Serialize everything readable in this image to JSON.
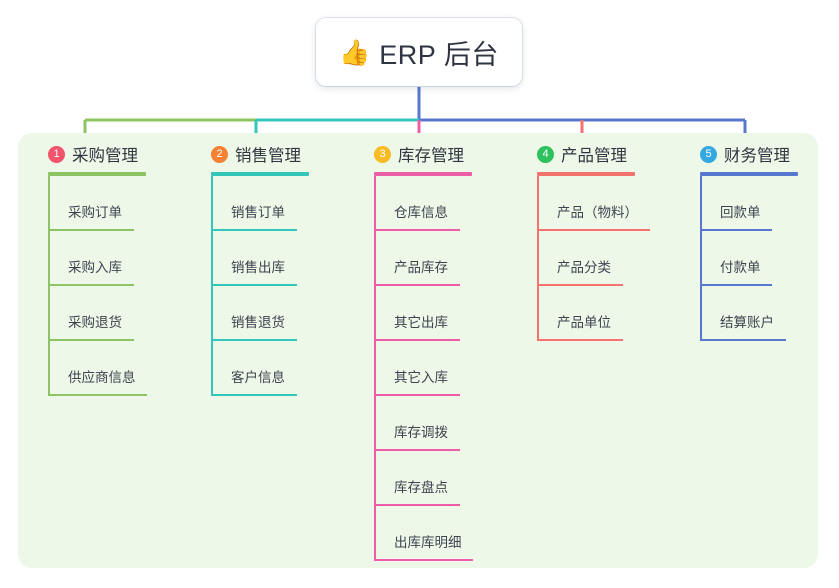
{
  "diagram": {
    "type": "mindmap",
    "background_color": "#ffffff",
    "panel_color": "#eef8e8",
    "root": {
      "label": "ERP 后台",
      "icon": "thumbs-up-icon",
      "icon_glyph": "👍"
    },
    "columns": [
      {
        "number": "1",
        "title": "采购管理",
        "badge_color": "#f2536d",
        "line_color": "#8cc463",
        "items": [
          "采购订单",
          "采购入库",
          "采购退货",
          "供应商信息"
        ]
      },
      {
        "number": "2",
        "title": "销售管理",
        "badge_color": "#f48134",
        "line_color": "#33c6bb",
        "items": [
          "销售订单",
          "销售出库",
          "销售退货",
          "客户信息"
        ]
      },
      {
        "number": "3",
        "title": "库存管理",
        "badge_color": "#f7bc23",
        "line_color": "#ec5fa6",
        "items": [
          "仓库信息",
          "产品库存",
          "其它出库",
          "其它入库",
          "库存调拨",
          "库存盘点",
          "出库库明细"
        ]
      },
      {
        "number": "4",
        "title": "产品管理",
        "badge_color": "#2ec25f",
        "line_color": "#f4736f",
        "items": [
          "产品（物料）",
          "产品分类",
          "产品单位"
        ]
      },
      {
        "number": "5",
        "title": "财务管理",
        "badge_color": "#34a8e0",
        "line_color": "#5878cf",
        "items": [
          "回款单",
          "付款单",
          "结算账户"
        ]
      }
    ],
    "connectors": {
      "root_stem_color": "#5878cf",
      "bus_segments": [
        {
          "color": "#8cc463"
        },
        {
          "color": "#33c6bb"
        },
        {
          "color": "#5878cf"
        },
        {
          "color": "#5878cf"
        }
      ]
    }
  }
}
